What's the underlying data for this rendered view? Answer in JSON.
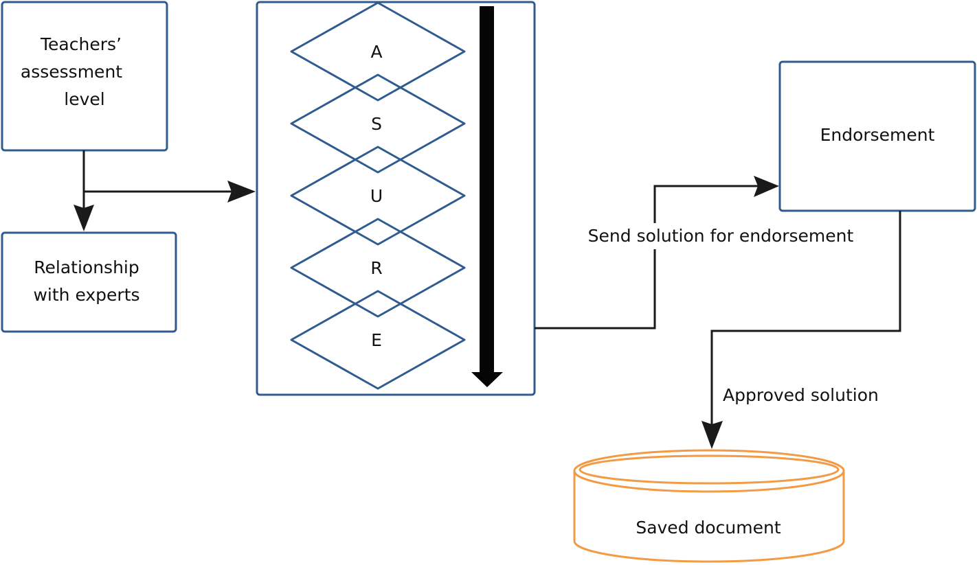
{
  "colors": {
    "box_stroke": "#2f5b8f",
    "connector": "#1a1a1a",
    "storage_stroke": "#f39a44",
    "big_arrow": "#050505"
  },
  "nodes": {
    "teachers": {
      "lines": [
        "Teachers’",
        "assessment",
        "level"
      ]
    },
    "relationship": {
      "lines": [
        "Relationship",
        "with experts"
      ]
    },
    "assure": {
      "stages": [
        "A",
        "S",
        "U",
        "R",
        "E"
      ]
    },
    "endorsement": {
      "label": "Endorsement"
    },
    "saved": {
      "label": "Saved document"
    }
  },
  "edges": {
    "send": {
      "label": "Send solution for endorsement"
    },
    "approved": {
      "label": "Approved solution"
    }
  }
}
